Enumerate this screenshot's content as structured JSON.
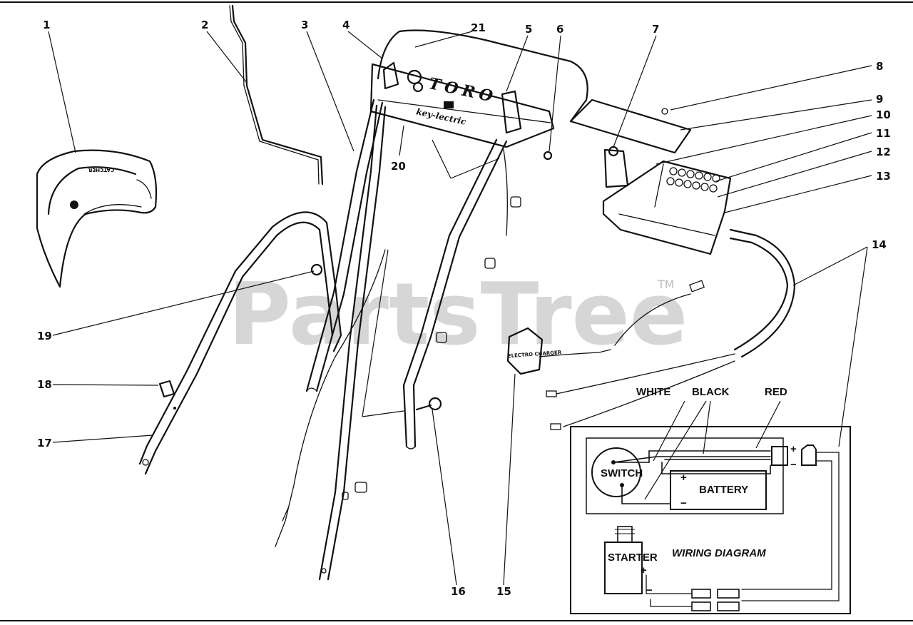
{
  "callouts": [
    "1",
    "2",
    "3",
    "4",
    "5",
    "6",
    "7",
    "8",
    "9",
    "10",
    "11",
    "12",
    "13",
    "14",
    "15",
    "16",
    "17",
    "18",
    "19",
    "20",
    "21"
  ],
  "brand_text": "TORO",
  "model_script": "key-lectric",
  "bag_label": "CATCHER",
  "charger_label": "ELECTRO CHARGER",
  "watermark": "PartsTree",
  "trademark": "TM",
  "wire_labels": {
    "white": "WHITE",
    "black": "BLACK",
    "red": "RED"
  },
  "wiring": {
    "switch": "SWITCH",
    "battery": "BATTERY",
    "starter": "STARTER",
    "title": "WIRING DIAGRAM",
    "plus": "+",
    "minus": "−"
  }
}
